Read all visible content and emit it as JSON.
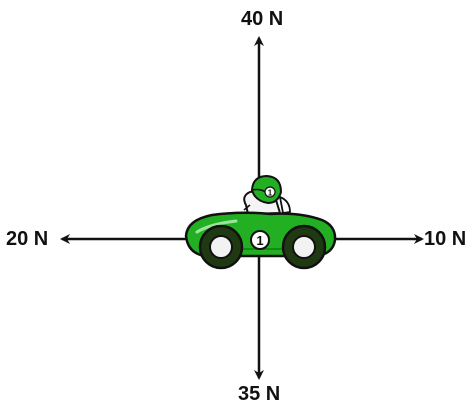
{
  "forces": {
    "up": {
      "label": "40 N"
    },
    "down": {
      "label": "35 N"
    },
    "left": {
      "label": "20 N"
    },
    "right": {
      "label": "10 N"
    }
  },
  "car": {
    "number": "1"
  },
  "colors": {
    "car_body": "#22b022",
    "car_body_dark": "#148a14",
    "outline": "#111111",
    "arrow": "#111111",
    "wheel_tire": "#1f3a12",
    "wheel_hub": "#f2f2f2",
    "driver_skin": "#f4f4f4"
  }
}
